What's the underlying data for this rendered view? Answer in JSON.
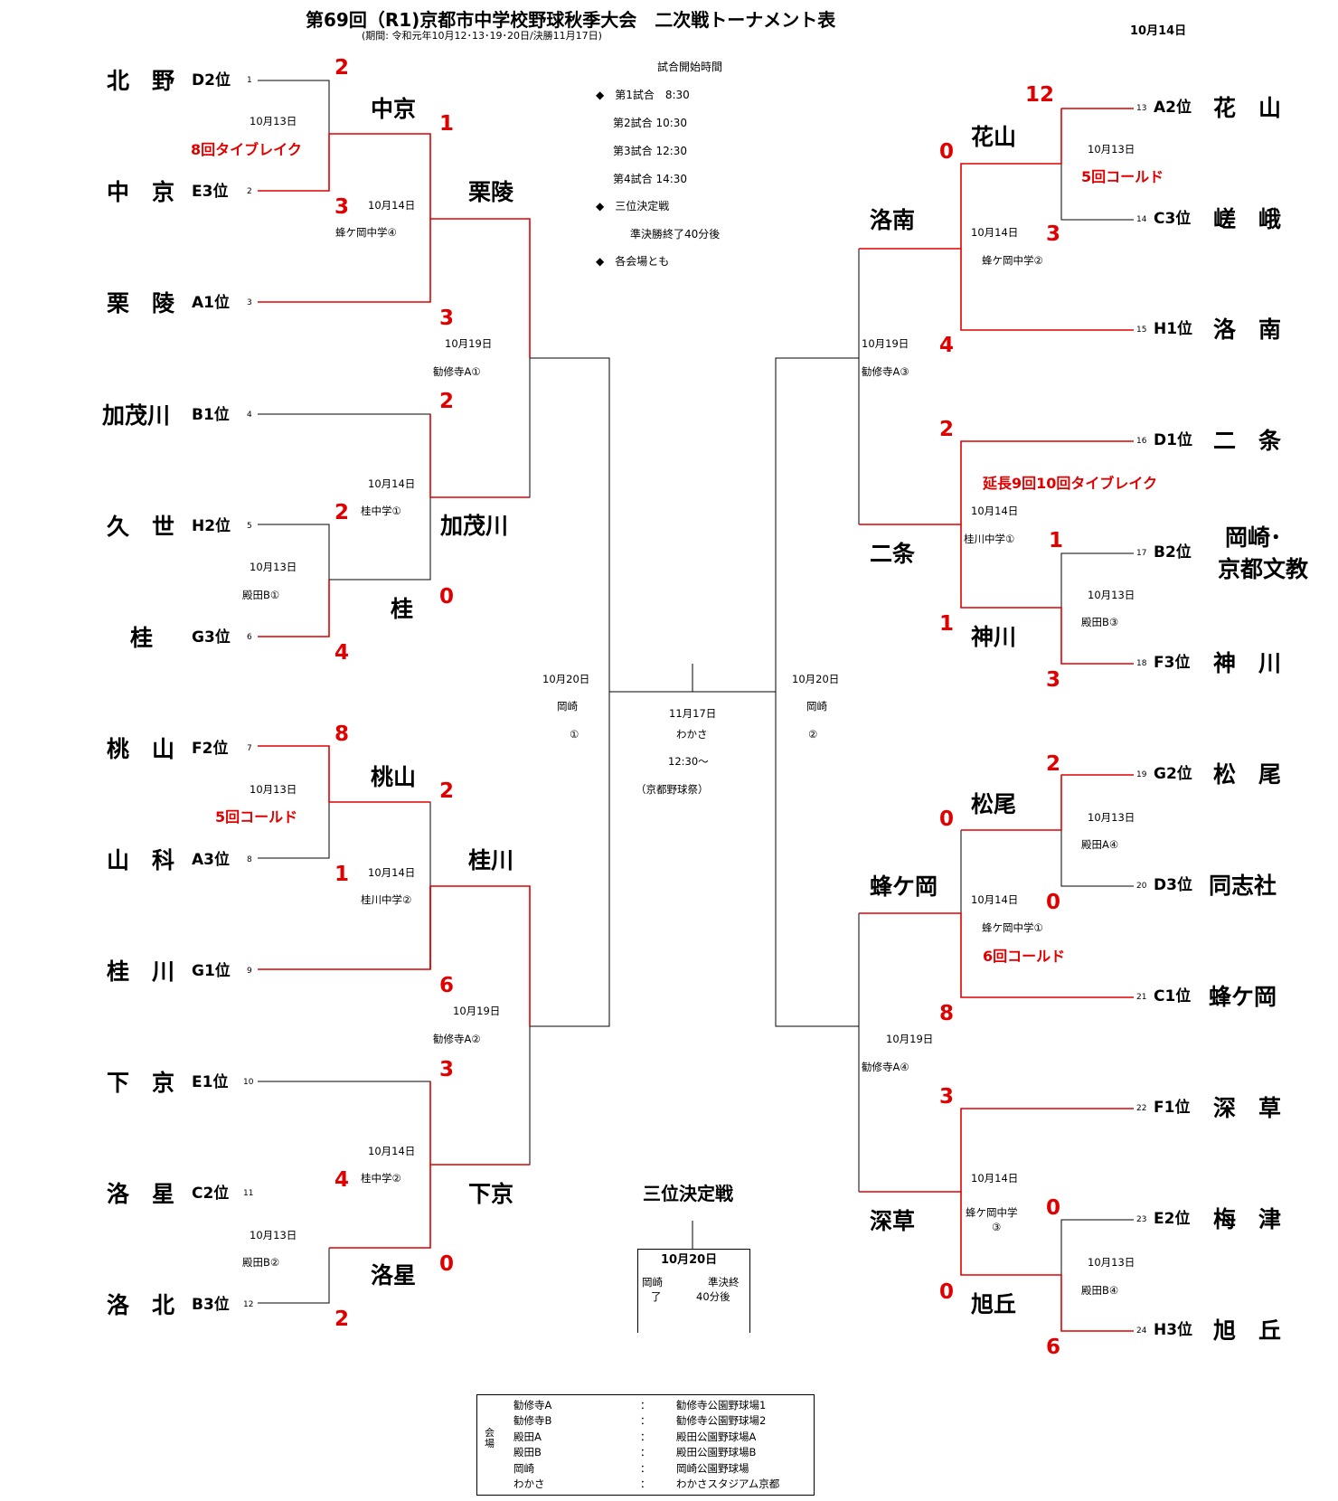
{
  "header": {
    "title": "第69回（R1)京都市中学校野球秋季大会　二次戦トーナメント表",
    "period": "(期間: 令和元年10月12･13･19･20日/決勝11月17日)",
    "current_date": "10月14日"
  },
  "schedule": {
    "heading": "試合開始時間",
    "lines": [
      "◆　第1試合　8:30",
      "第2試合 10:30",
      "第3試合 12:30",
      "第4試合 14:30",
      "◆　三位決定戦",
      "準決勝終了40分後",
      "◆　各会場とも"
    ]
  },
  "teams": [
    {
      "name": "北　野",
      "rank": "D2位",
      "seed": "1"
    },
    {
      "name": "中　京",
      "rank": "E3位",
      "seed": "2"
    },
    {
      "name": "栗　陵",
      "rank": "A1位",
      "seed": "3"
    },
    {
      "name": "加茂川",
      "rank": "B1位",
      "seed": "4"
    },
    {
      "name": "久　世",
      "rank": "H2位",
      "seed": "5"
    },
    {
      "name": "桂",
      "rank": "G3位",
      "seed": "6"
    },
    {
      "name": "桃　山",
      "rank": "F2位",
      "seed": "7"
    },
    {
      "name": "山　科",
      "rank": "A3位",
      "seed": "8"
    },
    {
      "name": "桂　川",
      "rank": "G1位",
      "seed": "9"
    },
    {
      "name": "下　京",
      "rank": "E1位",
      "seed": "10"
    },
    {
      "name": "洛　星",
      "rank": "C2位",
      "seed": "11"
    },
    {
      "name": "洛　北",
      "rank": "B3位",
      "seed": "12"
    },
    {
      "name": "花　山",
      "rank": "A2位",
      "seed": "13"
    },
    {
      "name": "嵯　峨",
      "rank": "C3位",
      "seed": "14"
    },
    {
      "name": "洛　南",
      "rank": "H1位",
      "seed": "15"
    },
    {
      "name": "二　条",
      "rank": "D1位",
      "seed": "16"
    },
    {
      "name": "岡崎･",
      "name2": "京都文教",
      "rank": "B2位",
      "seed": "17"
    },
    {
      "name": "神　川",
      "rank": "F3位",
      "seed": "18"
    },
    {
      "name": "松　尾",
      "rank": "G2位",
      "seed": "19"
    },
    {
      "name": "同志社",
      "rank": "D3位",
      "seed": "20"
    },
    {
      "name": "蜂ケ岡",
      "rank": "C1位",
      "seed": "21"
    },
    {
      "name": "深　草",
      "rank": "F1位",
      "seed": "22"
    },
    {
      "name": "梅　津",
      "rank": "E2位",
      "seed": "23"
    },
    {
      "name": "旭　丘",
      "rank": "H3位",
      "seed": "24"
    }
  ],
  "winners": {
    "r1": [
      "中京",
      "桂",
      "桃山",
      "洛星",
      "花山",
      "神川",
      "松尾",
      "旭丘"
    ],
    "r2": [
      "栗陵",
      "加茂川",
      "桂川",
      "下京",
      "洛南",
      "二条",
      "蜂ケ岡",
      "深草"
    ]
  },
  "scores": {
    "l_m1": [
      "2",
      "3"
    ],
    "l_m2": [
      "1",
      "3"
    ],
    "l_m3": [
      "3",
      "2"
    ],
    "l_m4": [
      "2",
      "4"
    ],
    "l_m5": [
      "2",
      "0"
    ],
    "l_m6": [
      "8",
      "1"
    ],
    "l_m7": [
      "2",
      "6"
    ],
    "l_m8": [
      "4",
      "2"
    ],
    "l_m9": [
      "3",
      "0"
    ],
    "r_m1": [
      "12",
      "3"
    ],
    "r_m2": [
      "0",
      "3"
    ],
    "r_m3": [
      "0",
      "4"
    ],
    "r_m4": [
      "1",
      "3"
    ],
    "r_m5": [
      "2",
      "1"
    ],
    "r_m6": [
      "2",
      "0"
    ],
    "r_m7": [
      "0",
      "8"
    ],
    "r_m8": [
      "0",
      "6"
    ],
    "r_m9": [
      "3",
      "0"
    ]
  },
  "notes": {
    "l_m1": "8回タイブレイク",
    "l_m6": "5回コールド",
    "r_m1": "5回コールド",
    "r_m5": "延長9回10回タイブレイク",
    "r_m7": "6回コールド"
  },
  "games": {
    "d13": "10月13日",
    "d14": "10月14日",
    "d19": "10月19日",
    "d20": "10月20日",
    "v_hachi4": "蜂ケ岡中学④",
    "v_hachi2": "蜂ケ岡中学②",
    "v_hachi1": "蜂ケ岡中学①",
    "v_hachi3a": "蜂ケ岡中学",
    "v_hachi3b": "③",
    "v_kon1": "勧修寺A①",
    "v_kon2": "勧修寺A②",
    "v_kon3": "勧修寺A③",
    "v_kon4": "勧修寺A④",
    "v_katsura1": "桂中学①",
    "v_katsura2": "桂中学②",
    "v_kg1": "桂川中学①",
    "v_kg2": "桂川中学②",
    "v_tono1": "殿田B①",
    "v_tono2": "殿田B②",
    "v_tono3": "殿田B③",
    "v_tono4": "殿田B④",
    "v_tonoa4": "殿田A④",
    "semi_venue": "岡崎",
    "semi_l_no": "①",
    "semi_r_no": "②"
  },
  "final": {
    "date": "11月17日",
    "venue": "わかさ",
    "time": "12:30〜",
    "festival": "（京都野球祭）"
  },
  "third_place": {
    "label": "三位決定戦",
    "date": "10月20日",
    "venue": "岡崎",
    "time1": "準決終",
    "time2": "了",
    "time3": "40分後"
  },
  "venues": {
    "heading": "会場",
    "rows": [
      {
        "abbr": "勧修寺A",
        "sep": "：",
        "full": "勧修寺公園野球場1"
      },
      {
        "abbr": "勧修寺B",
        "sep": "：",
        "full": "勧修寺公園野球場2"
      },
      {
        "abbr": "殿田A",
        "sep": "：",
        "full": "殿田公園野球場A"
      },
      {
        "abbr": "殿田B",
        "sep": "：",
        "full": "殿田公園野球場B"
      },
      {
        "abbr": "岡崎",
        "sep": "：",
        "full": "岡崎公園野球場"
      },
      {
        "abbr": "わかさ",
        "sep": "：",
        "full": "わかさスタジアム京都"
      }
    ]
  }
}
